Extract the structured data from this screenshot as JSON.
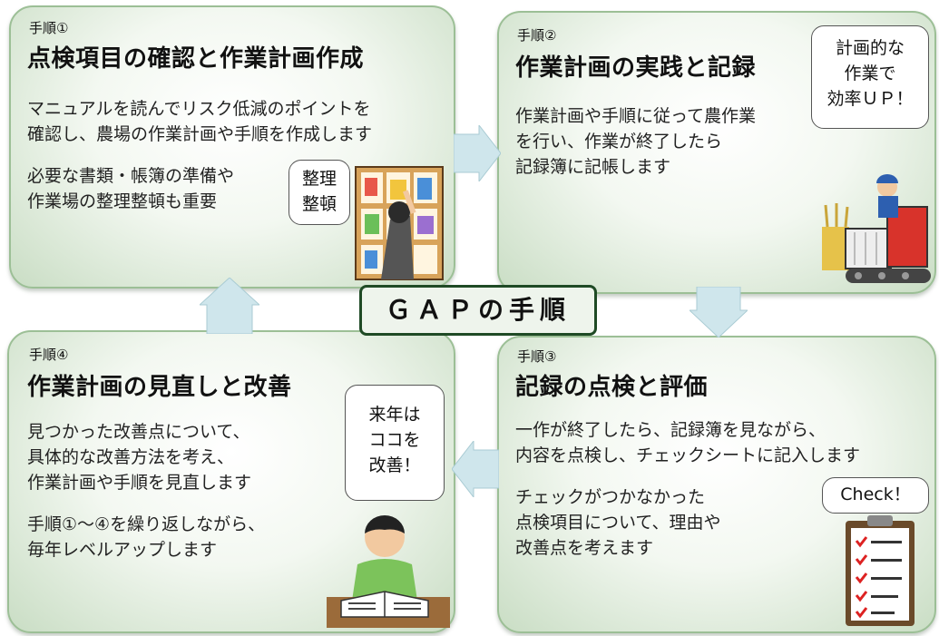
{
  "title": "ＧＡＰの手順",
  "steps": [
    {
      "label": "手順①",
      "title": "点検項目の確認と作業計画作成",
      "lines": [
        "マニュアルを読んでリスク低減のポイントを",
        "確認し、農場の作業計画や手順を作成します",
        "",
        "必要な書類・帳簿の準備や",
        "作業場の整理整頓も重要"
      ],
      "bubble": [
        "整理",
        "整頓"
      ]
    },
    {
      "label": "手順②",
      "title": "作業計画の実践と記録",
      "lines": [
        "作業計画や手順に従って農作業",
        "を行い、作業が終了したら",
        "記録簿に記帳します"
      ],
      "bubble": [
        "計画的な",
        "作業で",
        "効率ＵＰ！"
      ]
    },
    {
      "label": "手順③",
      "title": "記録の点検と評価",
      "lines": [
        "一作が終了したら、記録簿を見ながら、",
        "内容を点検し、チェックシートに記入します",
        "",
        "チェックがつかなかった",
        "点検項目について、理由や",
        "改善点を考えます"
      ],
      "bubble": [
        "Check！"
      ]
    },
    {
      "label": "手順④",
      "title": "作業計画の見直しと改善",
      "lines": [
        "見つかった改善点について、",
        "具体的な改善方法を考え、",
        "作業計画や手順を見直します",
        "",
        "手順①～④を繰り返しながら、",
        "毎年レベルアップします"
      ],
      "bubble": [
        "来年は",
        "ココを",
        "改善！"
      ]
    }
  ],
  "colors": {
    "panel_border": "#9cbf96",
    "arrow_fill": "#cfe6ec",
    "center_border": "#1f4a25"
  }
}
